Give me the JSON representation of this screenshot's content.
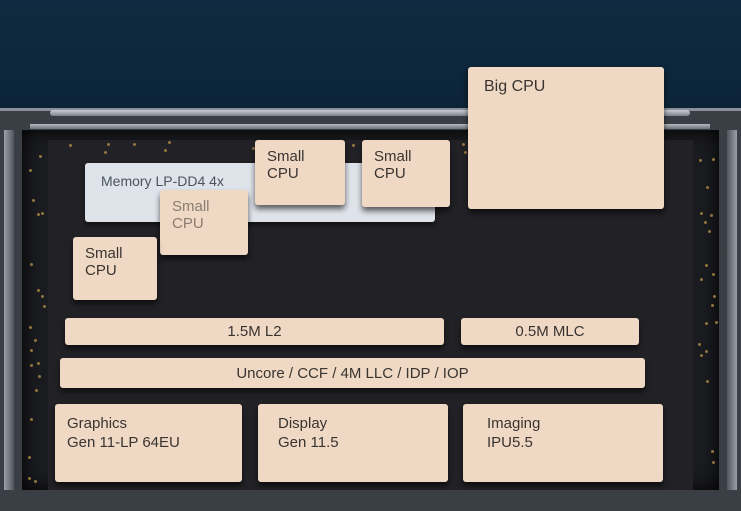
{
  "memory": "Memory LP-DD4 4x",
  "big_cpu": "Big CPU",
  "small_cpu": {
    "line1": "Small",
    "line2": "CPU"
  },
  "l2": "1.5M L2",
  "mlc": "0.5M MLC",
  "uncore": "Uncore / CCF / 4M LLC / IDP / IOP",
  "graphics": {
    "line1": "Graphics",
    "line2": "Gen 11-LP 64EU"
  },
  "display": {
    "line1": "Display",
    "line2": "Gen 11.5"
  },
  "imaging": {
    "line1": "Imaging",
    "line2": "IPU5.5"
  },
  "colors": {
    "block": "#efd9c5",
    "memory": "#dfe3ea",
    "board": "#1b1c20"
  }
}
